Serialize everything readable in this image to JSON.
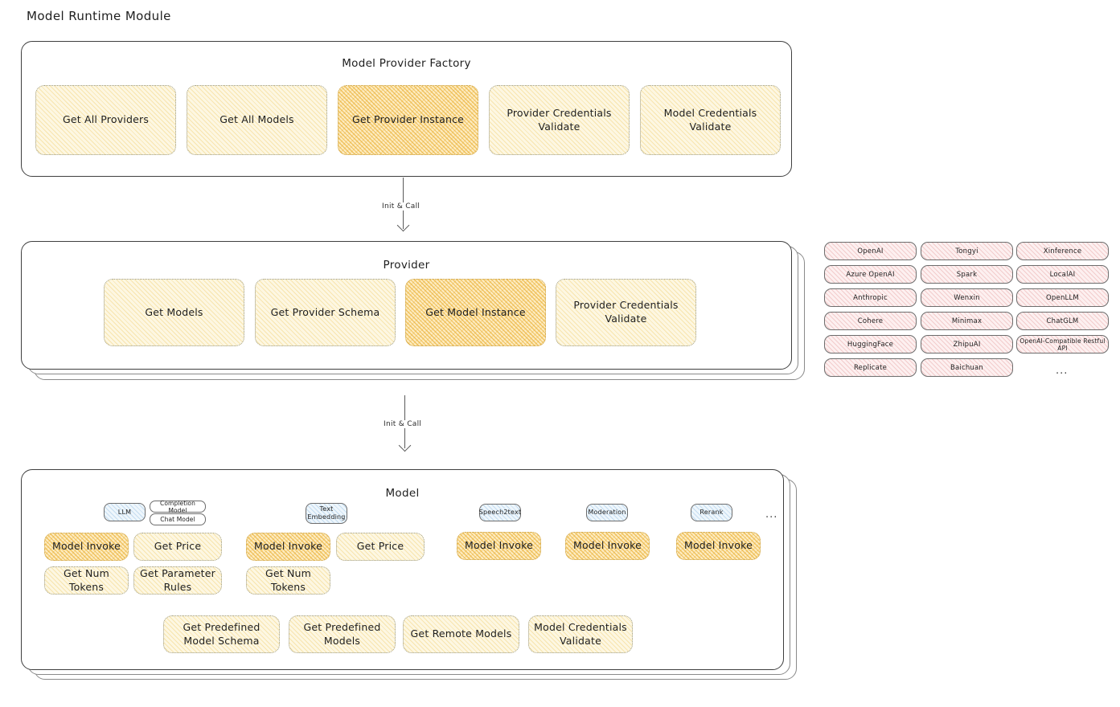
{
  "page": {
    "title": "Model Runtime Module"
  },
  "factory": {
    "title": "Model Provider Factory",
    "nodes": [
      {
        "label": "Get All Providers",
        "highlight": false
      },
      {
        "label": "Get All Models",
        "highlight": false
      },
      {
        "label": "Get Provider Instance",
        "highlight": true
      },
      {
        "label": "Provider Credentials Validate",
        "highlight": false
      },
      {
        "label": "Model Credentials Validate",
        "highlight": false
      }
    ]
  },
  "arrows": [
    {
      "label": "Init & Call"
    },
    {
      "label": "Init & Call"
    }
  ],
  "provider": {
    "title": "Provider",
    "nodes": [
      {
        "label": "Get Models",
        "highlight": false
      },
      {
        "label": "Get Provider Schema",
        "highlight": false
      },
      {
        "label": "Get Model Instance",
        "highlight": true
      },
      {
        "label": "Provider Credentials Validate",
        "highlight": false
      }
    ]
  },
  "provider_list": {
    "columns": [
      {
        "items": [
          "OpenAI",
          "Azure OpenAI",
          "Anthropic",
          "Cohere",
          "HuggingFace",
          "Replicate"
        ],
        "ellipsis": false
      },
      {
        "items": [
          "Tongyi",
          "Spark",
          "Wenxin",
          "Minimax",
          "ZhipuAI",
          "Baichuan"
        ],
        "ellipsis": false
      },
      {
        "items": [
          "Xinference",
          "LocalAI",
          "OpenLLM",
          "ChatGLM",
          "OpenAI-Compatible Restful API"
        ],
        "ellipsis": true
      }
    ],
    "ellipsis_text": "..."
  },
  "model": {
    "title": "Model",
    "ellipsis_text": "...",
    "types": [
      {
        "name": "LLM",
        "subtags": [
          "Completion Model",
          "Chat Model"
        ],
        "methods": [
          {
            "label": "Model Invoke",
            "highlight": true
          },
          {
            "label": "Get Price",
            "highlight": false
          },
          {
            "label": "Get Num Tokens",
            "highlight": false
          },
          {
            "label": "Get Parameter Rules",
            "highlight": false
          }
        ]
      },
      {
        "name": "Text Embedding",
        "subtags": [],
        "methods": [
          {
            "label": "Model Invoke",
            "highlight": true
          },
          {
            "label": "Get Price",
            "highlight": false
          },
          {
            "label": "Get Num Tokens",
            "highlight": false
          }
        ]
      },
      {
        "name": "Speech2text",
        "subtags": [],
        "methods": [
          {
            "label": "Model Invoke",
            "highlight": true
          }
        ]
      },
      {
        "name": "Moderation",
        "subtags": [],
        "methods": [
          {
            "label": "Model Invoke",
            "highlight": true
          }
        ]
      },
      {
        "name": "Rerank",
        "subtags": [],
        "methods": [
          {
            "label": "Model Invoke",
            "highlight": true
          }
        ]
      }
    ],
    "common_methods": [
      {
        "label": "Get Predefined Model Schema"
      },
      {
        "label": "Get Predefined Models"
      },
      {
        "label": "Get Remote Models"
      },
      {
        "label": "Model Credentials Validate"
      }
    ]
  },
  "colors": {
    "node_fill": "#fdf7e2",
    "node_highlight_fill": "#fdecc2",
    "provider_tag_fill": "#fdf0f0",
    "model_type_tag_fill": "#eef6fc",
    "stroke": "#3f3f3f"
  }
}
